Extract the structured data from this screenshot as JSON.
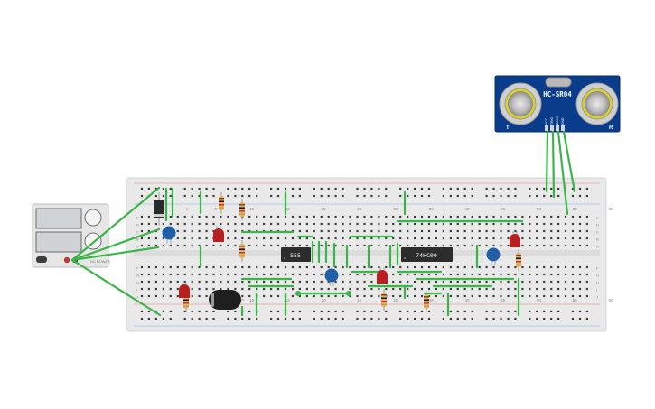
{
  "sensor": {
    "model": "HC-SR04",
    "pins": [
      "VCC",
      "TRIG",
      "ECHO",
      "GND"
    ],
    "left_mark": "T",
    "right_mark": "R"
  },
  "chips": {
    "timer": "555",
    "logic": "74HC00"
  },
  "breadboard": {
    "column_numbers": [
      "1",
      "5",
      "10",
      "15",
      "20",
      "25",
      "30",
      "35",
      "40",
      "45",
      "50",
      "55",
      "60"
    ],
    "row_letters_top": [
      "J",
      "I",
      "H",
      "G",
      "F"
    ],
    "row_letters_bottom": [
      "E",
      "D",
      "C",
      "B",
      "A"
    ]
  },
  "power_supply": {
    "label": "DC POWER"
  },
  "colors": {
    "wire": "#3bb54a",
    "board": "#e8e8e8",
    "sensor_blue": "#0a3c8c",
    "resistor": "#e0b36a",
    "led_red": "#b82020",
    "capacitor_blue": "#1f5fa8",
    "chip_body": "#2c2c2c"
  }
}
